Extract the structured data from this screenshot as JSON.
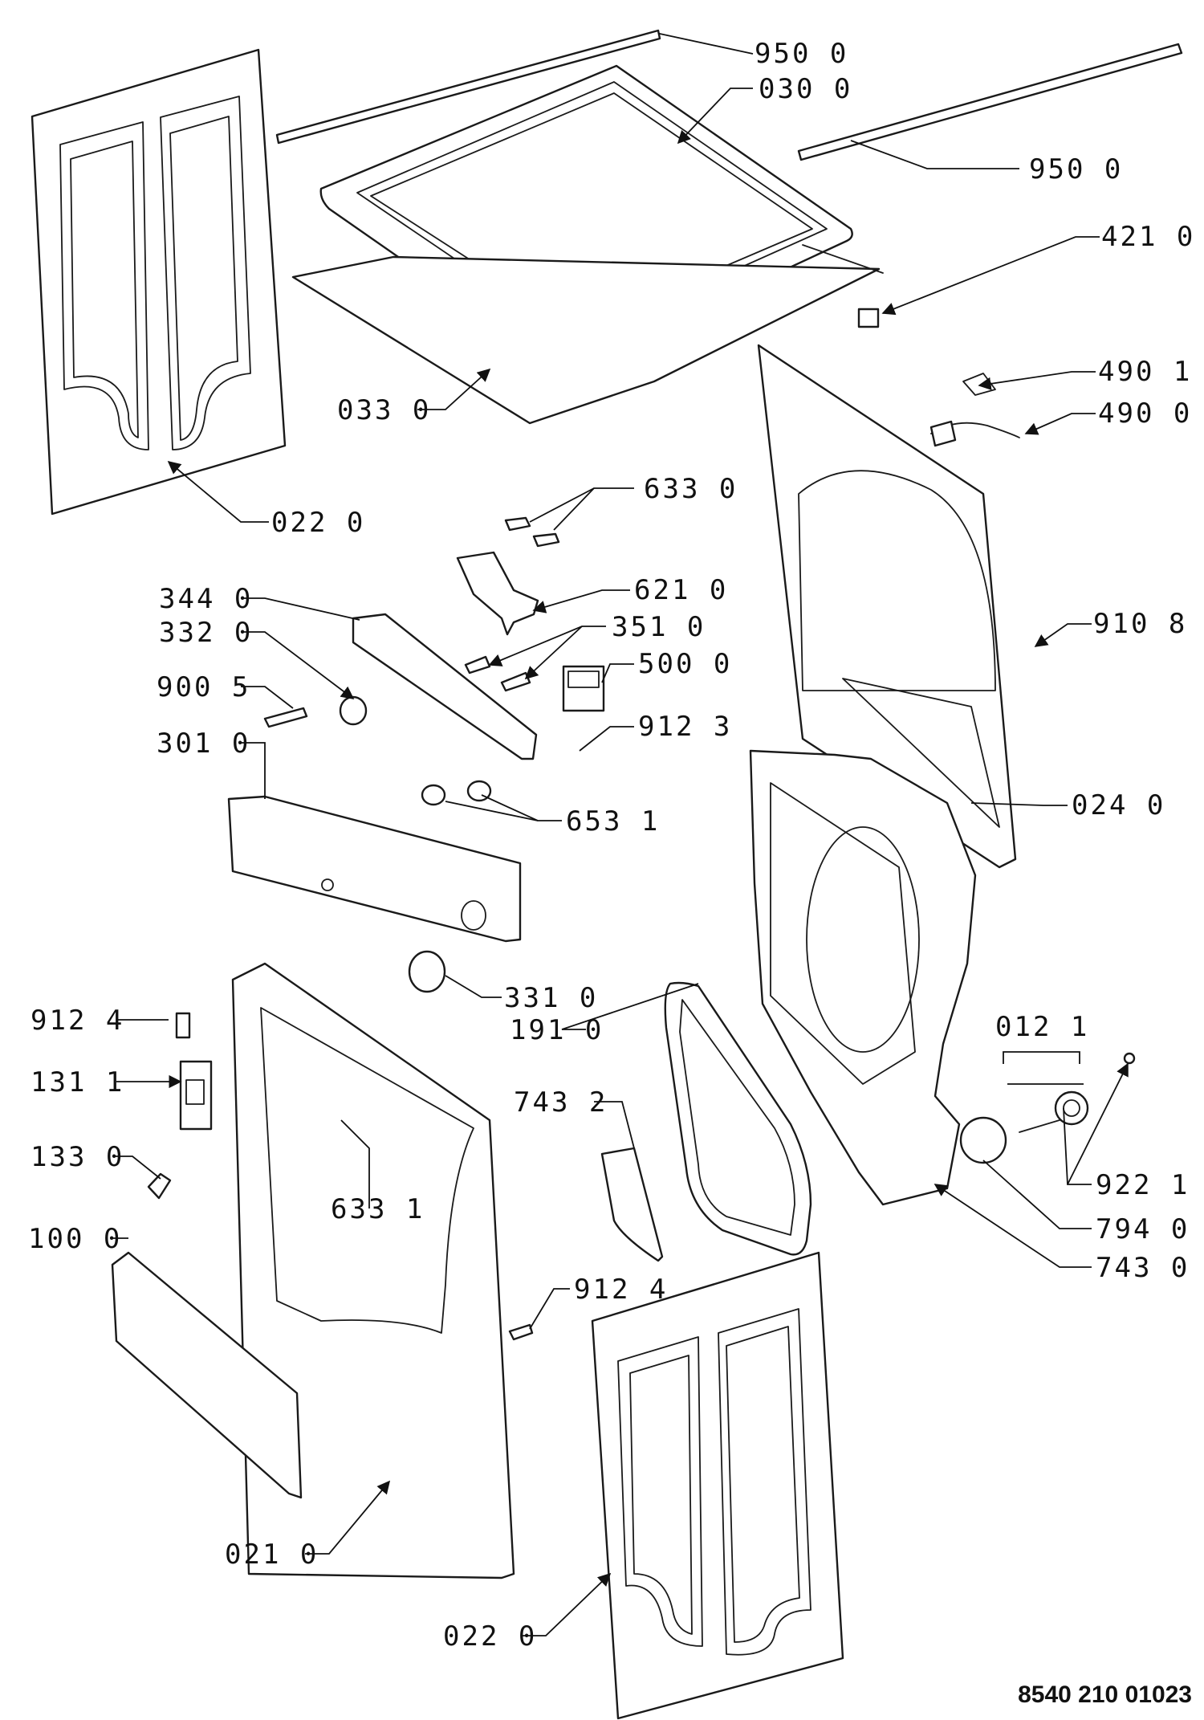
{
  "diagram": {
    "document_number": "8540 210 01023",
    "part_labels": [
      "950 0",
      "030 0",
      "950 0",
      "421 0",
      "033 0",
      "490 1",
      "490 0",
      "022 0",
      "633 0",
      "621 0",
      "344 0",
      "351 0",
      "332 0",
      "500 0",
      "900 5",
      "910 8",
      "912 3",
      "301 0",
      "024 0",
      "653 1",
      "331 0",
      "912 4",
      "191 0",
      "012 1",
      "131 1",
      "743 2",
      "922 1",
      "133 0",
      "633 1",
      "794 0",
      "100 0",
      "743 0",
      "912 4",
      "021 0",
      "022 0"
    ]
  }
}
